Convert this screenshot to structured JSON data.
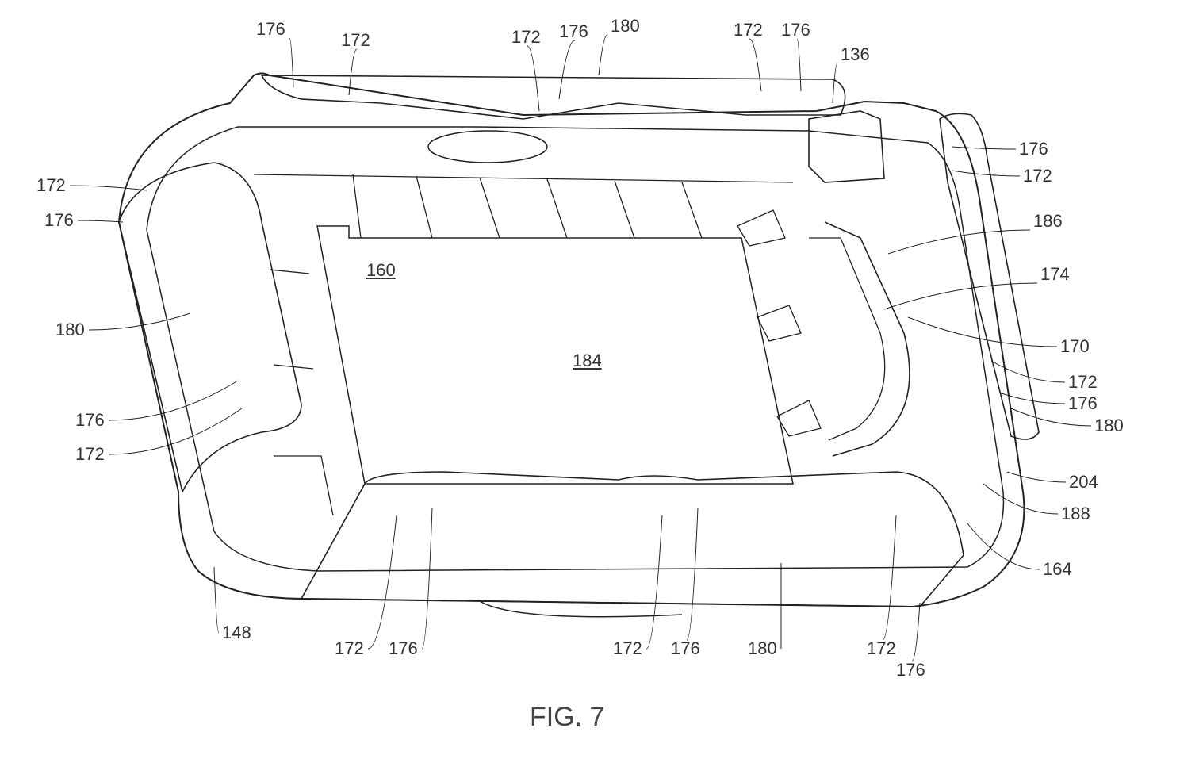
{
  "figure": {
    "caption": "FIG. 7",
    "labels": [
      "176",
      "172",
      "172",
      "176",
      "180",
      "172",
      "176",
      "136",
      "172",
      "176",
      "180",
      "176",
      "172",
      "176",
      "172",
      "186",
      "174",
      "170",
      "172",
      "176",
      "180",
      "204",
      "188",
      "164",
      "148",
      "172",
      "176",
      "172",
      "176",
      "180",
      "172",
      "176"
    ],
    "center_labels": [
      "160",
      "184"
    ]
  }
}
